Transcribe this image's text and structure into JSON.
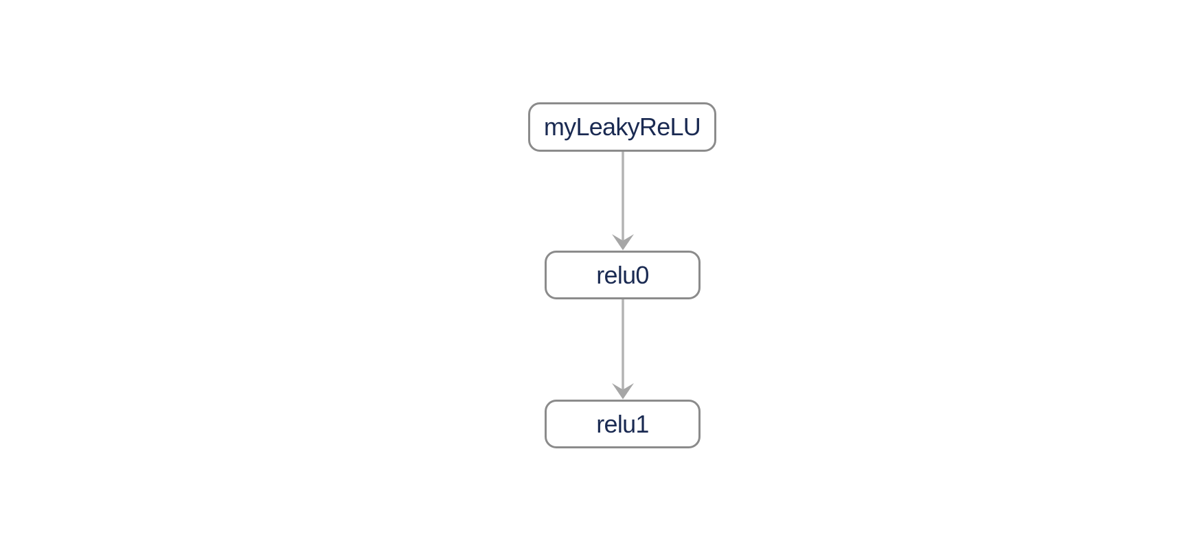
{
  "diagram": {
    "type": "flowchart",
    "direction": "top-to-bottom",
    "nodes": [
      {
        "id": "myLeakyReLU",
        "label": "myLeakyReLU"
      },
      {
        "id": "relu0",
        "label": "relu0"
      },
      {
        "id": "relu1",
        "label": "relu1"
      }
    ],
    "edges": [
      {
        "from": "myLeakyReLU",
        "to": "relu0"
      },
      {
        "from": "relu0",
        "to": "relu1"
      }
    ],
    "colors": {
      "background": "#ffffff",
      "node_fill": "#ffffff",
      "node_border": "#8b8b8b",
      "node_text": "#1a2a52",
      "edge_line": "#b3b3b3",
      "edge_arrow": "#a6a6a6"
    }
  }
}
